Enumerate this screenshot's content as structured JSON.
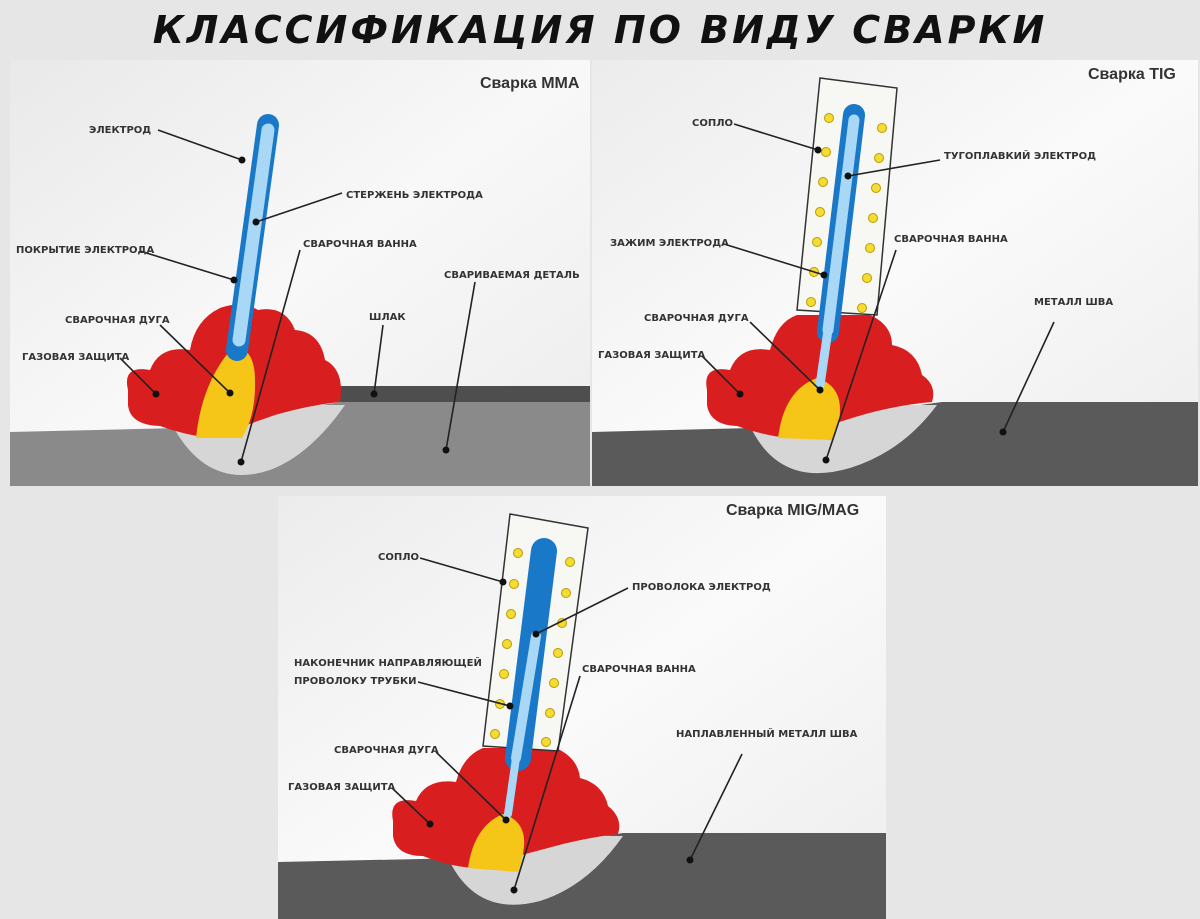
{
  "title": "КЛАССИФИКАЦИЯ ПО ВИДУ СВАРКИ",
  "panels": {
    "mma": {
      "title": "Сварка MMA",
      "labels": {
        "electrode": "ЭЛЕКТРОД",
        "rod": "СТЕРЖЕНЬ ЭЛЕКТРОДА",
        "coating": "ПОКРЫТИЕ ЭЛЕКТРОДА",
        "pool": "СВАРОЧНАЯ ВАННА",
        "workpiece": "СВАРИВАЕМАЯ ДЕТАЛЬ",
        "slag": "ШЛАК",
        "arc": "СВАРОЧНАЯ ДУГА",
        "gas": "ГАЗОВАЯ ЗАЩИТА"
      }
    },
    "tig": {
      "title": "Сварка TIG",
      "labels": {
        "nozzle": "СОПЛО",
        "electrode": "ТУГОПЛАВКИЙ ЭЛЕКТРОД",
        "clamp": "ЗАЖИМ ЭЛЕКТРОДА",
        "pool": "СВАРОЧНАЯ ВАННА",
        "weld_metal": "МЕТАЛЛ ШВА",
        "arc": "СВАРОЧНАЯ ДУГА",
        "gas": "ГАЗОВАЯ ЗАЩИТА"
      }
    },
    "mig": {
      "title": "Сварка MIG/MAG",
      "labels": {
        "nozzle": "СОПЛО",
        "wire": "ПРОВОЛОКА ЭЛЕКТРОД",
        "tip_line1": "НАКОНЕЧНИК НАПРАВЛЯЮЩЕЙ",
        "tip_line2": "ПРОВОЛОКУ ТРУБКИ",
        "pool": "СВАРОЧНАЯ ВАННА",
        "deposited": "НАПЛАВЛЕННЫЙ МЕТАЛЛ ШВА",
        "arc": "СВАРОЧНАЯ ДУГА",
        "gas": "ГАЗОВАЯ ЗАЩИТА"
      }
    }
  },
  "colors": {
    "gas": "#d81e1e",
    "arc": "#f5c518",
    "electrode_core": "#a8d8f5",
    "electrode_edge": "#1a78c8",
    "metal_dark": "#5a5a5a",
    "metal_light": "#8a8a8a",
    "pool": "#d4d4d4",
    "panel_bg": "#f2f2f2"
  }
}
